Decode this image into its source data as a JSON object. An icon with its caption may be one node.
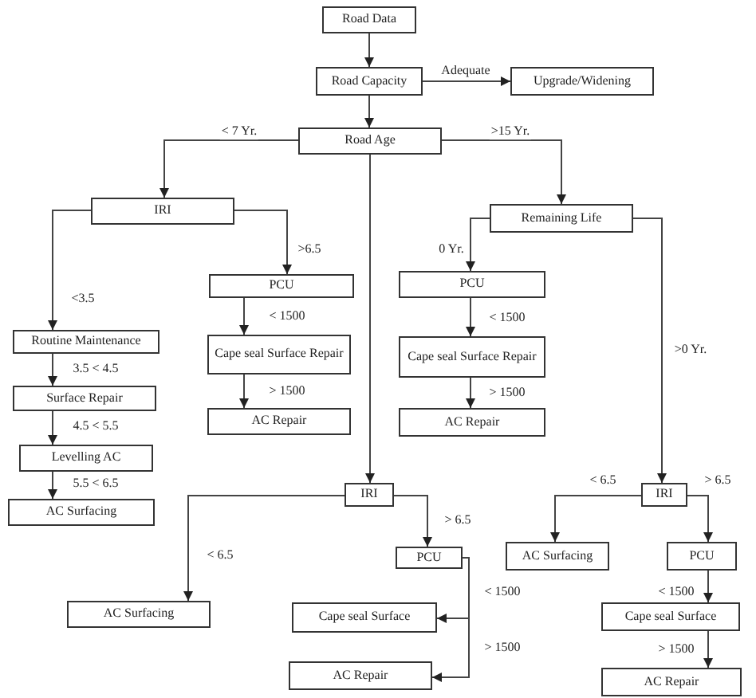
{
  "diagram": {
    "nodes": [
      {
        "text": [
          "Road Data"
        ]
      },
      {
        "text": [
          "Road Capacity"
        ]
      },
      {
        "text": [
          "Upgrade/Widening"
        ]
      },
      {
        "text": [
          "Road Age"
        ]
      },
      {
        "text": [
          "IRI"
        ]
      },
      {
        "text": [
          "Remaining Life"
        ]
      },
      {
        "text": [
          "Routine Maintenance"
        ]
      },
      {
        "text": [
          "Surface Repair"
        ]
      },
      {
        "text": [
          "Levelling AC"
        ]
      },
      {
        "text": [
          "AC Surfacing"
        ]
      },
      {
        "text": [
          "PCU"
        ]
      },
      {
        "text": [
          "Cape seal Surface Repair"
        ]
      },
      {
        "text": [
          "AC Repair"
        ]
      },
      {
        "text": [
          "PCU"
        ]
      },
      {
        "text": [
          "Cape seal Surface Repair"
        ]
      },
      {
        "text": [
          "AC Repair"
        ]
      },
      {
        "text": [
          "IRI"
        ]
      },
      {
        "text": [
          "AC Surfacing"
        ]
      },
      {
        "text": [
          "PCU"
        ]
      },
      {
        "text": [
          "Cape seal Surface"
        ]
      },
      {
        "text": [
          "AC Repair"
        ]
      },
      {
        "text": [
          "IRI"
        ]
      },
      {
        "text": [
          "AC Surfacing"
        ]
      },
      {
        "text": [
          "PCU"
        ]
      },
      {
        "text": [
          "Cape seal Surface"
        ]
      },
      {
        "text": [
          "AC Repair"
        ]
      }
    ],
    "edges": [
      {
        "from": 0,
        "to": 1,
        "arrow": "to"
      },
      {
        "from": 1,
        "to": 2,
        "arrow": "to",
        "label": "Adequate"
      },
      {
        "from": 1,
        "to": 3,
        "arrow": "to"
      },
      {
        "from": 3,
        "to": 4,
        "arrow": "to",
        "label": "< 7 Yr."
      },
      {
        "from": 3,
        "to": 5,
        "arrow": "to",
        "label": ">15 Yr."
      },
      {
        "from": 3,
        "to": 16,
        "arrow": "to"
      },
      {
        "from": 4,
        "to": 6,
        "arrow": "to",
        "label": "<3.5"
      },
      {
        "from": 4,
        "to": 10,
        "arrow": "to",
        "label": ">6.5"
      },
      {
        "from": 6,
        "to": 7,
        "arrow": "to",
        "label": "3.5 < 4.5"
      },
      {
        "from": 7,
        "to": 8,
        "arrow": "to",
        "label": "4.5 < 5.5"
      },
      {
        "from": 8,
        "to": 9,
        "arrow": "to",
        "label": "5.5 < 6.5"
      },
      {
        "from": 10,
        "to": 11,
        "arrow": "to",
        "label": "< 1500"
      },
      {
        "from": 11,
        "to": 12,
        "arrow": "to",
        "label": "> 1500"
      },
      {
        "from": 5,
        "to": 13,
        "arrow": "to",
        "label": "0 Yr."
      },
      {
        "from": 5,
        "to": 21,
        "arrow": "to",
        "label": ">0 Yr."
      },
      {
        "from": 13,
        "to": 14,
        "arrow": "to",
        "label": "< 1500"
      },
      {
        "from": 14,
        "to": 15,
        "arrow": "to",
        "label": "> 1500"
      },
      {
        "from": 16,
        "to": 17,
        "arrow": "to",
        "label": "< 6.5"
      },
      {
        "from": 16,
        "to": 18,
        "arrow": "to",
        "label": "> 6.5"
      },
      {
        "from": 18,
        "to": 19,
        "arrow": "to",
        "label": "< 1500"
      },
      {
        "from": 18,
        "to": 20,
        "arrow": "to",
        "label": "> 1500"
      },
      {
        "from": 21,
        "to": 22,
        "arrow": "to",
        "label": "< 6.5"
      },
      {
        "from": 21,
        "to": 23,
        "arrow": "to",
        "label": "> 6.5"
      },
      {
        "from": 23,
        "to": 24,
        "arrow": "to",
        "label": "< 1500"
      },
      {
        "from": 24,
        "to": 25,
        "arrow": "to",
        "label": "> 1500"
      }
    ]
  }
}
